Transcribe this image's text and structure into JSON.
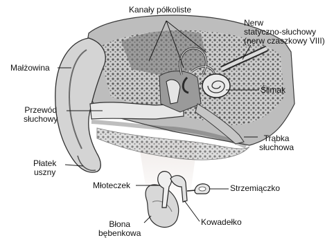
{
  "labels": {
    "kanaly": "Kanały półkoliste",
    "nerw_line1": "Nerw",
    "nerw_line2": "statyczno-słuchowy",
    "nerw_line3": "(nerw czaszkowy VIII)",
    "malzowina": "Małżowina",
    "slimak": "Ślimak",
    "przewod_line1": "Przewód",
    "przewod_line2": "słuchowy",
    "trabka_line1": "Trąbka",
    "trabka_line2": "słuchowa",
    "platek_line1": "Płatek",
    "platek_line2": "uszny",
    "mloteczek": "Młoteczek",
    "strzemiaczko": "Strzemiączko",
    "kowadelko": "Kowadełko",
    "blona_line1": "Błona",
    "blona_line2": "bębenkowa"
  },
  "colors": {
    "skull": "#b9b9b9",
    "skull_dark": "#6e6e6e",
    "soft_tissue": "#d6d6d6",
    "outline": "#3a3a3a",
    "leader": "#1a1a1a",
    "beam": "#f4f0ee"
  }
}
